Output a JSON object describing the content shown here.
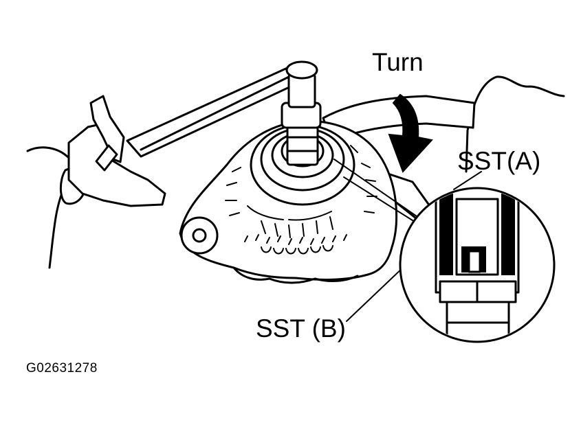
{
  "labels": {
    "turn": "Turn",
    "sst_a": "SST(A)",
    "sst_b": "SST (B)",
    "figure_code": "G02631278"
  },
  "colors": {
    "ink": "#000000",
    "paper": "#ffffff"
  }
}
